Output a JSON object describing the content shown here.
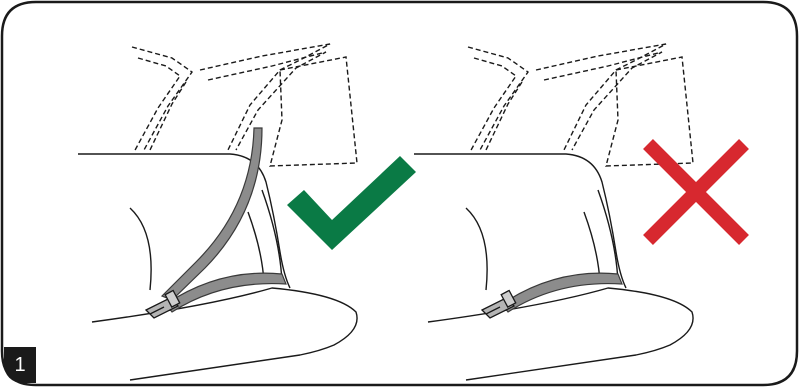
{
  "figure": {
    "step_number": "1",
    "panels": [
      {
        "id": "correct",
        "verdict_icon": "check-mark-icon",
        "verdict_color": "#0a7a45",
        "belt_routing": "lap-and-shoulder"
      },
      {
        "id": "incorrect",
        "verdict_icon": "cross-mark-icon",
        "verdict_color": "#d7282f",
        "belt_routing": "lap-only"
      }
    ],
    "colors": {
      "outline": "#1a1a1a",
      "belt_fill": "#8c8c8c",
      "belt_stroke": "#3a3a3a",
      "frame_border": "#1a1a1a"
    }
  }
}
